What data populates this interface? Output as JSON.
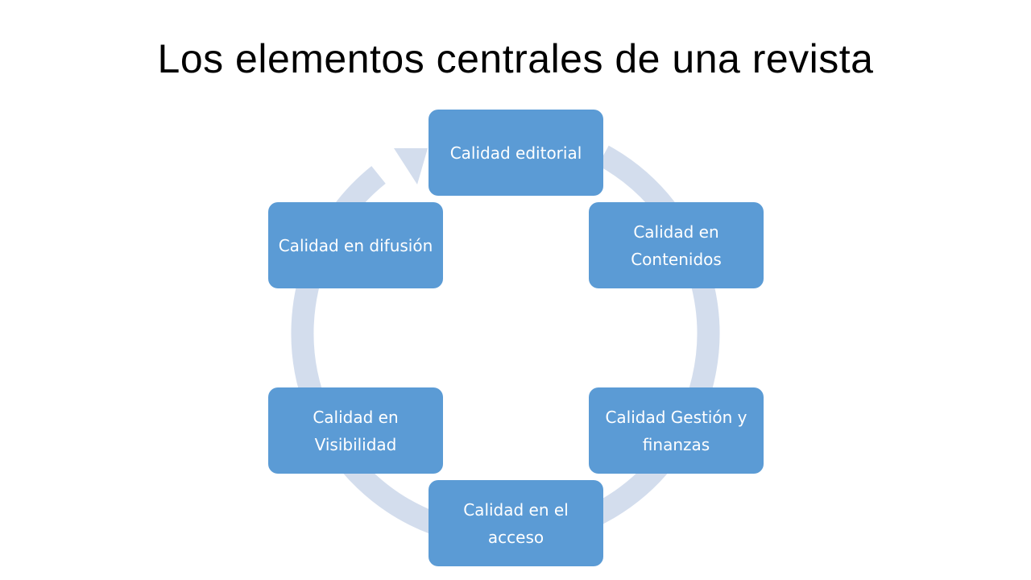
{
  "slide": {
    "title": "Los elementos centrales de una revista"
  },
  "cycle": {
    "nodes": [
      {
        "label": "Calidad editorial"
      },
      {
        "label": "Calidad en Contenidos"
      },
      {
        "label": "Calidad Gestión y finanzas"
      },
      {
        "label": "Calidad en el acceso"
      },
      {
        "label": "Calidad en Visibilidad"
      },
      {
        "label": "Calidad en difusión"
      }
    ],
    "colors": {
      "node_fill": "#5b9bd5",
      "node_text": "#ffffff",
      "ring": "#d3dded"
    }
  }
}
